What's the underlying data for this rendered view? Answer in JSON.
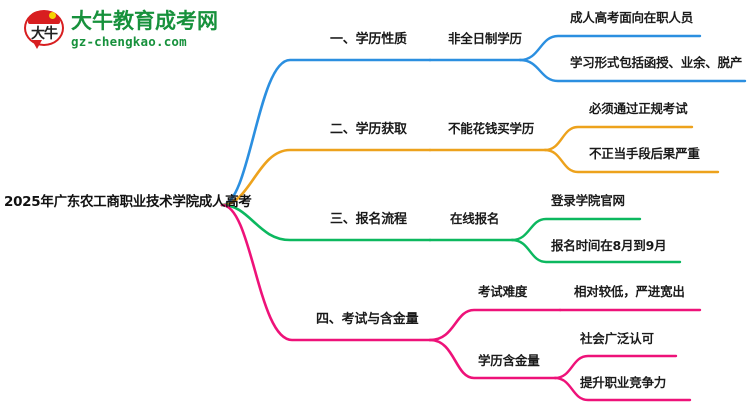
{
  "logo": {
    "mark_text": "大牛",
    "brand_cn": "大牛教育成考网",
    "brand_url": "gz-chengkao.com"
  },
  "mindmap": {
    "center": {
      "label": "2025年广东农工商职业技术学院成人高考"
    },
    "colors": {
      "branch1": "#2b8fe0",
      "branch2": "#eda21c",
      "branch3": "#0cb85f",
      "branch4": "#ee1279"
    },
    "branches": [
      {
        "label": "一、学历性质",
        "color": "#2b8fe0",
        "children": [
          {
            "label": "非全日制学历",
            "children": [
              {
                "label": "成人高考面向在职人员"
              },
              {
                "label": "学习形式包括函授、业余、脱产"
              }
            ]
          }
        ]
      },
      {
        "label": "二、学历获取",
        "color": "#eda21c",
        "children": [
          {
            "label": "不能花钱买学历",
            "children": [
              {
                "label": "必须通过正规考试"
              },
              {
                "label": "不正当手段后果严重"
              }
            ]
          }
        ]
      },
      {
        "label": "三、报名流程",
        "color": "#0cb85f",
        "children": [
          {
            "label": "在线报名",
            "children": [
              {
                "label": "登录学院官网"
              },
              {
                "label": "报名时间在8月到9月"
              }
            ]
          }
        ]
      },
      {
        "label": "四、考试与含金量",
        "color": "#ee1279",
        "children": [
          {
            "label": "考试难度",
            "children": [
              {
                "label": "相对较低，严进宽出"
              }
            ]
          },
          {
            "label": "学历含金量",
            "children": [
              {
                "label": "社会广泛认可"
              },
              {
                "label": "提升职业竞争力"
              }
            ]
          }
        ]
      }
    ]
  }
}
